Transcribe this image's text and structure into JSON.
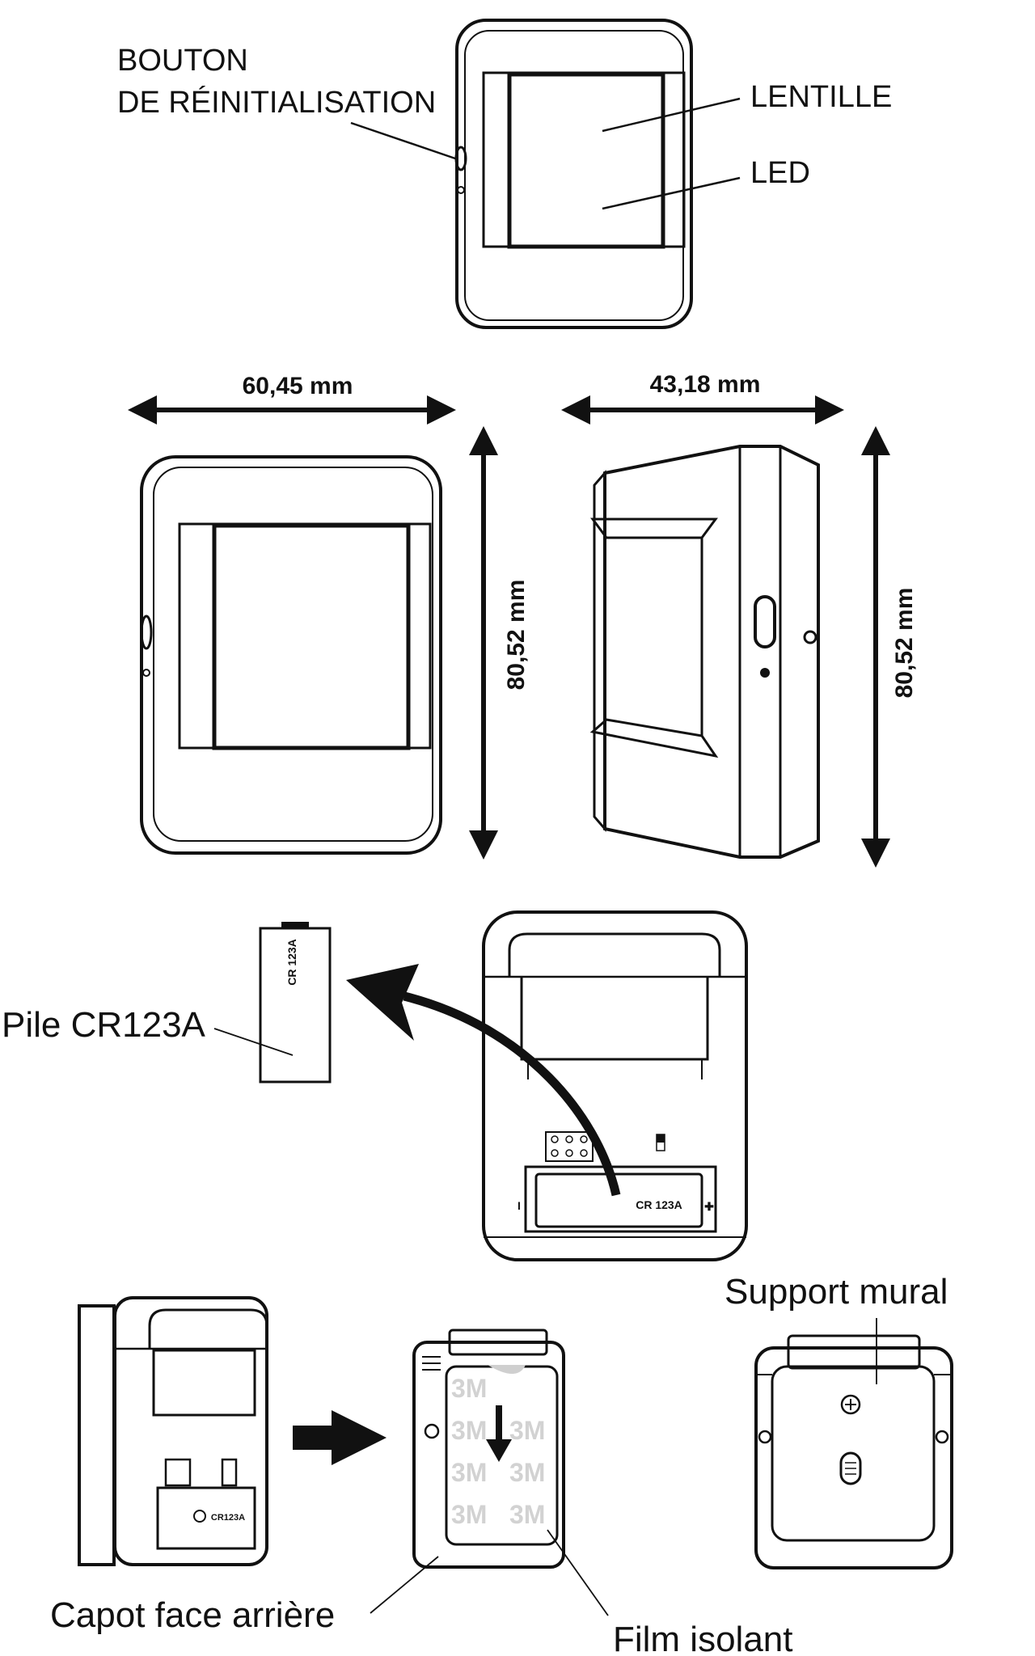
{
  "labels": {
    "reset_button_line1": "BOUTON",
    "reset_button_line2": "DE RÉINITIALISATION",
    "lens": "LENTILLE",
    "led": "LED",
    "battery": "Pile CR123A",
    "wall_mount": "Support mural",
    "back_cover": "Capot face arrière",
    "insulating_film": "Film isolant"
  },
  "dimensions": {
    "front_width": "60,45 mm",
    "front_height": "80,52 mm",
    "side_depth": "43,18 mm",
    "side_height": "80,52 mm"
  },
  "part_markings": {
    "battery_body": "CR 123A",
    "battery_in_slot": "CR 123A",
    "battery_in_holder": "CR123A",
    "tape_brand": "3M",
    "minus": "I",
    "plus": "✚"
  }
}
